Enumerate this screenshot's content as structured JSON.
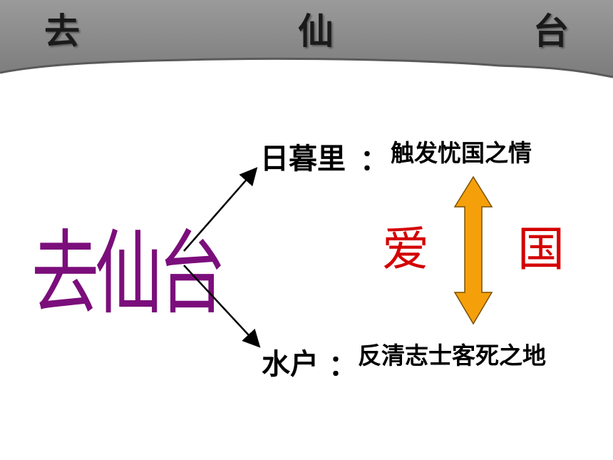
{
  "header": {
    "title_chars": [
      "去",
      "仙",
      "台"
    ]
  },
  "diagram": {
    "center": "去仙台",
    "top_branch": {
      "label": "日暮里",
      "separator": "：",
      "text": "触发忧国之情"
    },
    "bottom_branch": {
      "label": "水户",
      "separator": "：",
      "text": "反清志士客死之地"
    },
    "left_word": "爱",
    "right_word": "国"
  },
  "colors": {
    "header_band": "#8a8a8a",
    "center_word": "#7b0e7b",
    "highlight_words": "#d40000",
    "double_arrow": "#f5a00a"
  }
}
